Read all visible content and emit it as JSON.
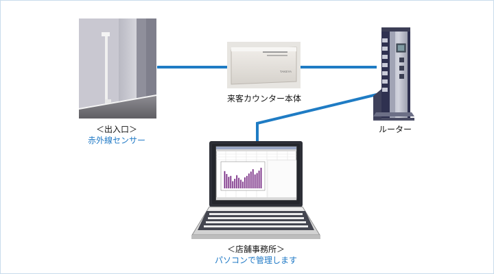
{
  "nodes": {
    "entrance": {
      "title": "＜出入口＞",
      "subtitle": "赤外線センサー"
    },
    "counter": {
      "title": "来客カウンター本体",
      "device_text": "TAKEYA"
    },
    "router": {
      "title": "ルーター"
    },
    "office": {
      "title": "＜店舗事務所＞",
      "subtitle": "パソコンで管理します"
    }
  },
  "screen_chart": {
    "type": "bar",
    "values": [
      72,
      60,
      48,
      52,
      30,
      40,
      55,
      44,
      36,
      28,
      46,
      52,
      62,
      70,
      80,
      58,
      64,
      74,
      86
    ],
    "ylim": [
      0,
      100
    ]
  },
  "colors": {
    "connector": "#1f7cc4",
    "caption_blue": "#1f79c6",
    "caption_black": "#111111"
  },
  "icons": {
    "sensor": "infrared-sensor-photo-icon",
    "counter": "counter-device-icon",
    "router": "router-tower-icon",
    "laptop": "laptop-icon"
  }
}
